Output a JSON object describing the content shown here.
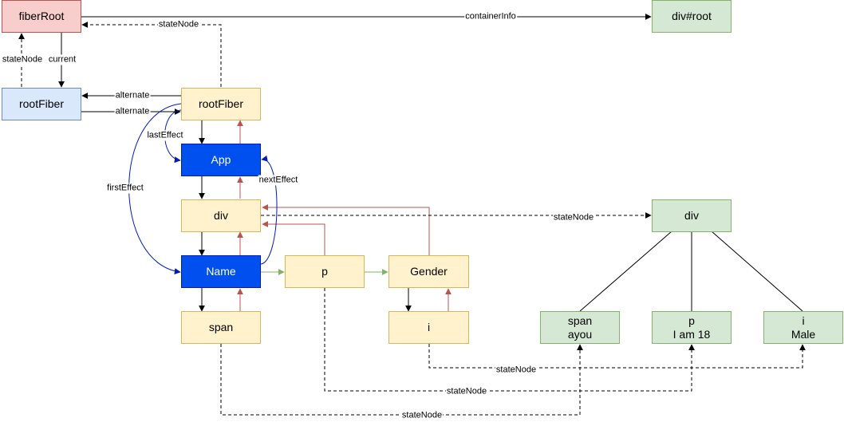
{
  "nodes": {
    "fiber_root": "fiberRoot",
    "div_root": "div#root",
    "root_fiber_current": "rootFiber",
    "root_fiber_wip": "rootFiber",
    "app": "App",
    "div_fiber": "div",
    "name": "Name",
    "p_fiber": "p",
    "gender": "Gender",
    "span_fiber": "span",
    "i_fiber": "i",
    "dom_div": "div",
    "dom_span": [
      "span",
      "ayou"
    ],
    "dom_p": [
      "p",
      "I am 18"
    ],
    "dom_i": [
      "i",
      "Male"
    ]
  },
  "edge_labels": {
    "container_info": "containerInfo",
    "state_node_top": "stateNode",
    "state_node_left": "stateNode",
    "current": "current",
    "alternate_1": "alternate",
    "alternate_2": "alternate",
    "last_effect": "lastEffect",
    "first_effect": "firstEffect",
    "next_effect": "nextEffect",
    "state_node_div": "stateNode",
    "state_node_i": "stateNode",
    "state_node_p": "stateNode",
    "state_node_span": "stateNode"
  },
  "colors": {
    "child_arrow": "#000000",
    "return_arrow": "#b85450",
    "sibling_arrow": "#82b366",
    "effect_arrow": "#001dbc"
  }
}
